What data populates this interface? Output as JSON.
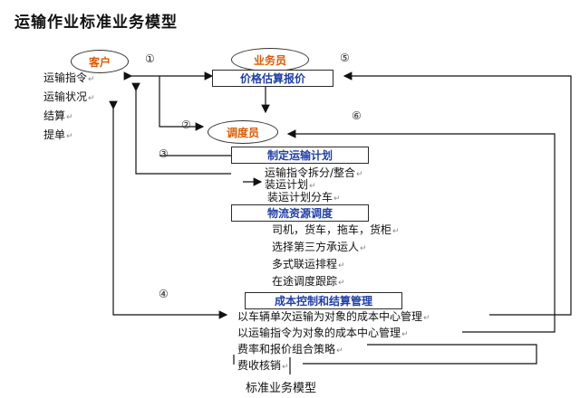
{
  "title": "运输作业标准业务模型",
  "nodes": {
    "customer": "客户",
    "salesman": "业务员",
    "dispatcher": "调度员"
  },
  "numbers": [
    "①",
    "②",
    "③",
    "④",
    "⑤",
    "⑥"
  ],
  "customer_items": [
    "运输指令",
    "运输状况",
    "结算",
    "提单"
  ],
  "boxes": {
    "pricing": "价格估算报价",
    "plan": "制定运输计划",
    "resource": "物流资源调度",
    "cost": "成本控制和结算管理"
  },
  "plan_items": [
    "运输指令拆分/整合",
    "装运计划",
    "装运计划分车"
  ],
  "resource_items": [
    "司机，货车，拖车，货柜",
    "选择第三方承运人",
    "多式联运排程",
    "在途调度跟踪"
  ],
  "cost_items": [
    "以车辆单次运输为对象的成本中心管理",
    "以运输指令为对象的成本中心管理",
    "费率和报价组合策略",
    "费收核销"
  ],
  "caption": "标准业务模型",
  "colors": {
    "node_text": "#e05a00",
    "box_text": "#1f3fa8",
    "line": "#111111"
  }
}
